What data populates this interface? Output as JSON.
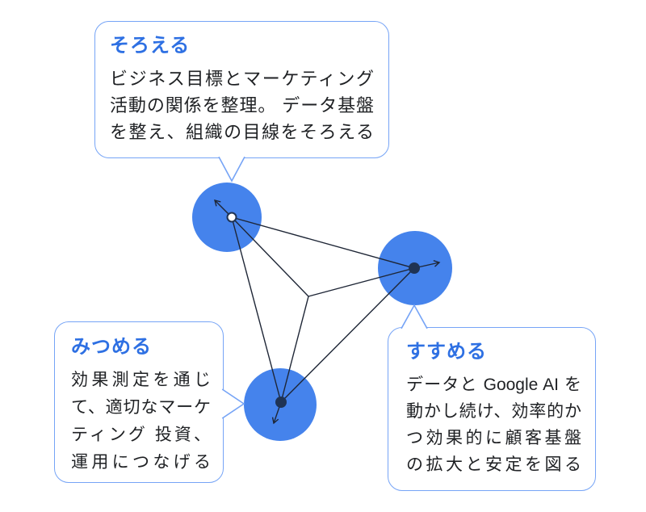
{
  "colors": {
    "background": "#ffffff",
    "circle_blue": "#4583ec",
    "node_navy": "#1f3354",
    "node_ring": "#1f3354",
    "node_open_fill": "#ffffff",
    "line_dark": "#1e2636",
    "callout_border": "#76a4f6",
    "heading_blue": "#2e70e3",
    "body_text": "#1f2124"
  },
  "callouts": {
    "soroeru": {
      "title": "そろえる",
      "body_lines": [
        "ビジネス目標とマーケティング",
        "活動の関係を整理。 データ基盤",
        "を整え、組織の目線をそろえる"
      ]
    },
    "mitsumeru": {
      "title": "みつめる",
      "body_lines": [
        "効果測定を通じ",
        "て、適切なマーケ",
        "ティング 投資、",
        "運用につなげる"
      ]
    },
    "susumeru": {
      "title": "すすめる",
      "body_lines": [
        "データと Google AI を",
        "動かし続け、効率的か",
        "つ効果的に顧客基盤",
        "の拡大と安定を図る"
      ]
    }
  },
  "diagram": {
    "circles": [
      {
        "name": "soroeru-circle"
      },
      {
        "name": "susumeru-circle"
      },
      {
        "name": "mitsumeru-circle"
      }
    ]
  }
}
